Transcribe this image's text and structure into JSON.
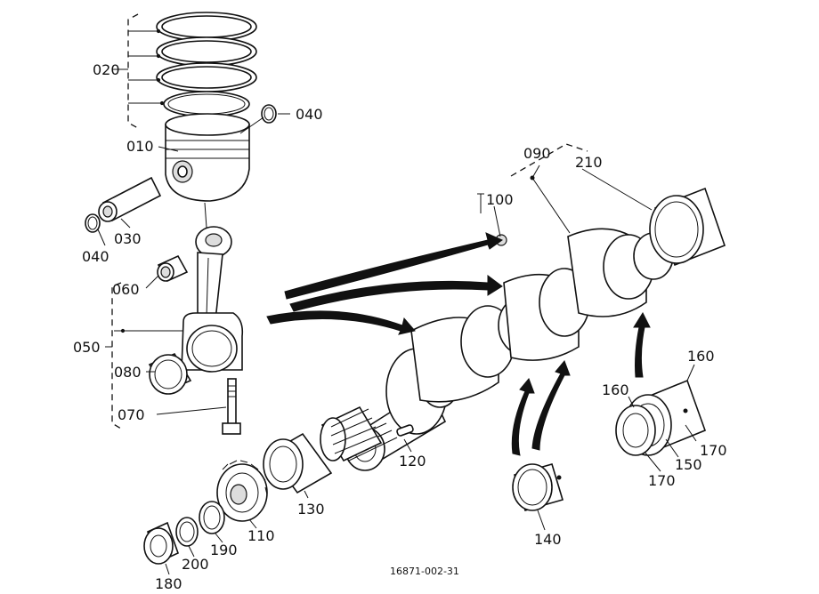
{
  "labels": {
    "l010": "010",
    "l020": "020",
    "l030": "030",
    "l040a": "040",
    "l040b": "040",
    "l050": "050",
    "l060": "060",
    "l070": "070",
    "l080": "080",
    "l090": "090",
    "l100": "100",
    "l110": "110",
    "l120": "120",
    "l130": "130",
    "l140": "140",
    "l150": "150",
    "l160a": "160",
    "l160b": "160",
    "l170a": "170",
    "l170b": "170",
    "l180": "180",
    "l190": "190",
    "l200": "200",
    "l210": "210"
  },
  "figure_code": "16871-002-31"
}
